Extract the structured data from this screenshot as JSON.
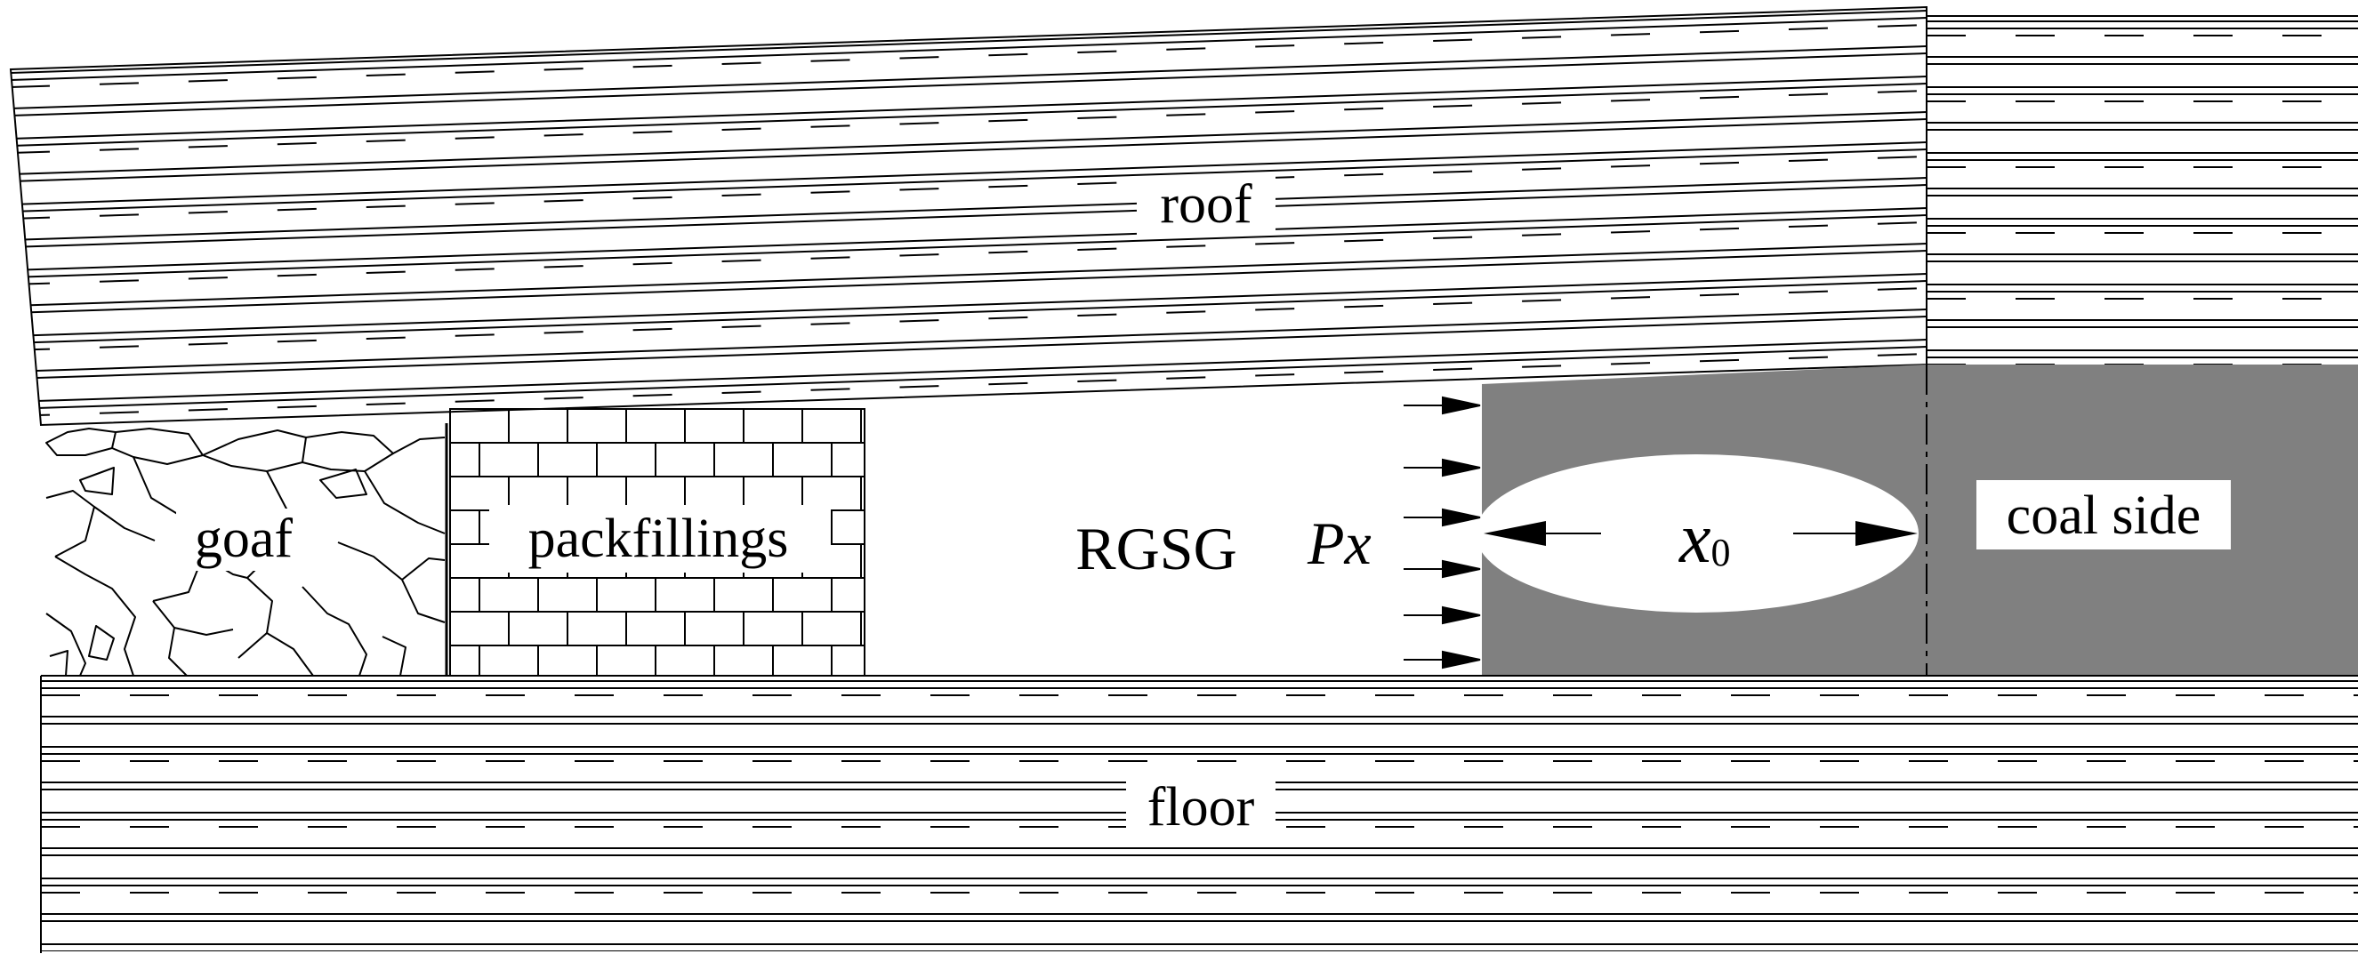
{
  "labels": {
    "roof": "roof",
    "floor": "floor",
    "goaf": "goaf",
    "packfillings": "packfillings",
    "rgsg": "RGSG",
    "pressure_symbol": "P",
    "pressure_subscript": "x",
    "distance_symbol": "x",
    "distance_subscript": "0",
    "coal_side": "coal side"
  },
  "colors": {
    "coal": "#808080",
    "line": "#000000",
    "background": "#ffffff"
  }
}
